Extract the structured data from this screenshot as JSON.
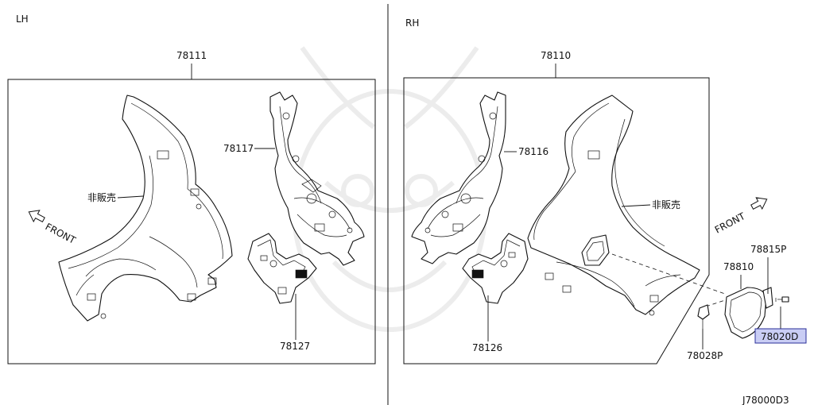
{
  "left_panel": {
    "side_label": "LH",
    "assembly_part": "78111",
    "inner_part": "78117",
    "lower_part": "78127",
    "note": "非販売",
    "front_label": "FRONT"
  },
  "right_panel": {
    "side_label": "RH",
    "assembly_part": "78110",
    "inner_part": "78116",
    "lower_part": "78126",
    "note": "非販売",
    "front_label": "FRONT",
    "fuel_lid_part": "78810",
    "screw_part": "78815P",
    "spring_part": "78028P",
    "highlighted_part": "78020D"
  },
  "diagram_id": "J78000D3",
  "colors": {
    "highlight_fill": "#c9cdf4",
    "highlight_border": "#2a2f9a",
    "line": "#111111"
  }
}
